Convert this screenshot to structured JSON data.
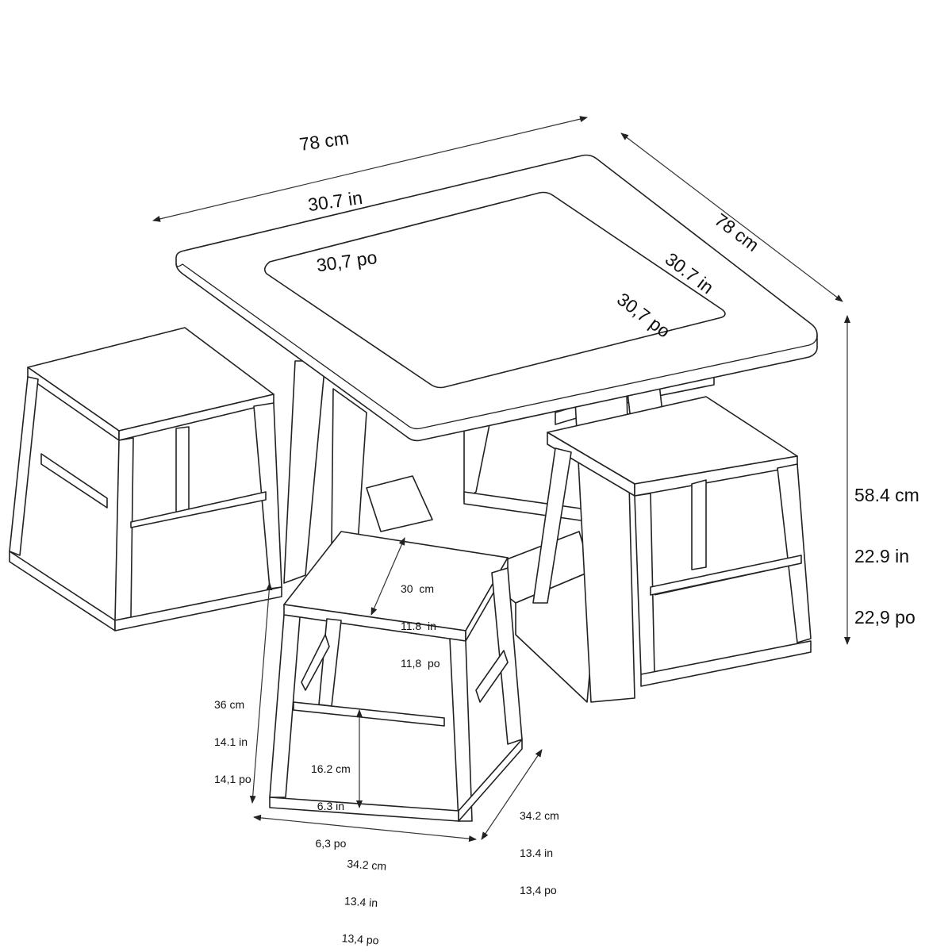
{
  "diagram": {
    "title": "Table and four stools - dimension drawing",
    "stroke_color": "#222222",
    "background": "#ffffff"
  },
  "dimensions": {
    "table_width": {
      "cm": "78 cm",
      "in": "30.7 in",
      "po": "30,7 po"
    },
    "table_depth": {
      "cm": "78 cm",
      "in": "30.7 in",
      "po": "30,7 po"
    },
    "table_height": {
      "cm": "58.4 cm",
      "in": "22.9 in",
      "po": "22,9 po"
    },
    "stool_seat": {
      "cm": "30  cm",
      "in": "11.8  in",
      "po": "11,8  po"
    },
    "stool_height": {
      "cm": "36 cm",
      "in": "14.1 in",
      "po": "14,1 po"
    },
    "stool_shelf_height": {
      "cm": "16.2 cm",
      "in": "6.3 in",
      "po": "6,3 po"
    },
    "stool_depth": {
      "cm": "34.2 cm",
      "in": "13.4 in",
      "po": "13,4 po"
    },
    "stool_width": {
      "cm": "34.2 cm",
      "in": "13.4 in",
      "po": "13,4 po"
    }
  }
}
